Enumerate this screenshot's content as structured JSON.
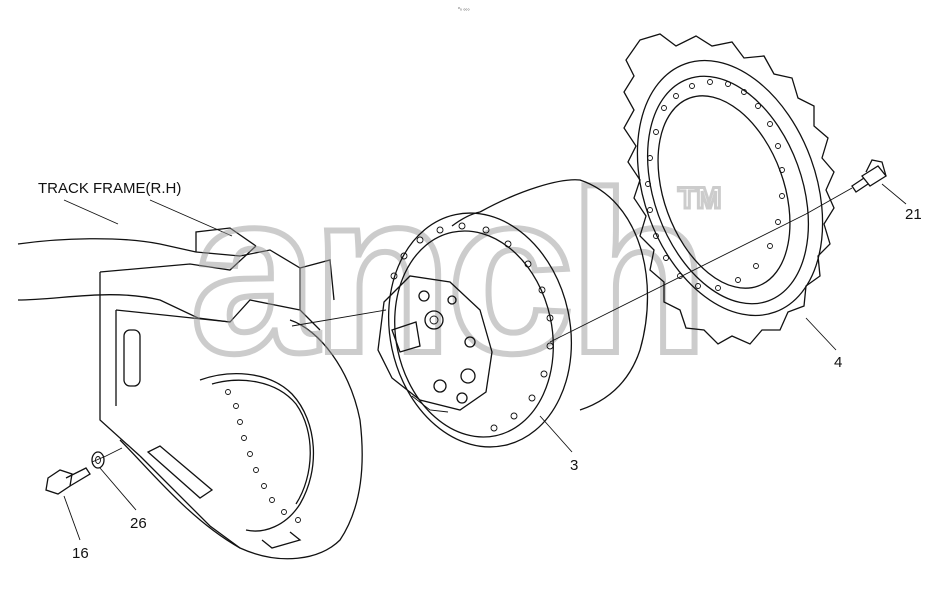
{
  "diagram": {
    "drawing_code": "ᵒ₀ ₀₀₀",
    "frame_label": "TRACK FRAME(R.H)",
    "watermark": {
      "text": "anch",
      "trademark": "TM"
    },
    "callouts": [
      {
        "id": "callout-16",
        "text": "16"
      },
      {
        "id": "callout-26",
        "text": "26"
      },
      {
        "id": "callout-3",
        "text": "3"
      },
      {
        "id": "callout-4",
        "text": "4"
      },
      {
        "id": "callout-21",
        "text": "21"
      }
    ],
    "colors": {
      "line": "#111111",
      "watermark": "#bdbdbd",
      "background": "#ffffff"
    }
  }
}
